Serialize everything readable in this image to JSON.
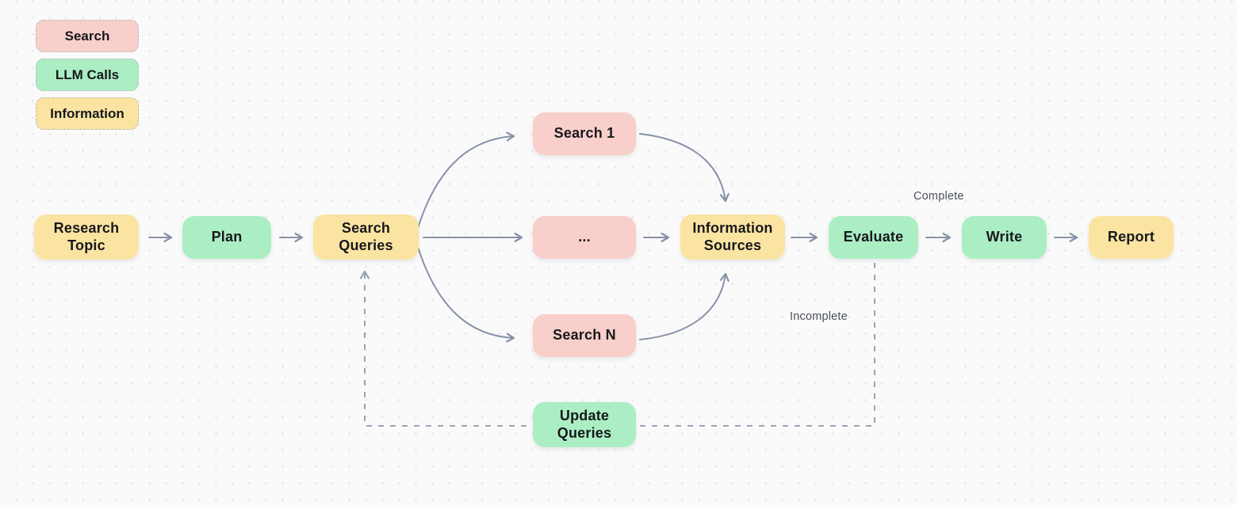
{
  "diagram": {
    "title": "research-agent-flowchart",
    "background_color": "#fafafa",
    "dot_grid_color": "#e7e7ea",
    "colors": {
      "search_fill": "#f9cfcb",
      "llm_calls_fill": "#aceec4",
      "information_fill": "#fbe4a2",
      "arrow_stroke": "#8792a8",
      "dashed_stroke": "#9aa2b4",
      "node_text": "#16181c",
      "edge_label_text": "#4b5159",
      "legend_border": "#b7bac2"
    },
    "legend": [
      {
        "id": "search",
        "label": "Search",
        "type": "search"
      },
      {
        "id": "llm-calls",
        "label": "LLM Calls",
        "type": "llm"
      },
      {
        "id": "information",
        "label": "Information",
        "type": "information"
      }
    ],
    "nodes": [
      {
        "id": "research-topic",
        "label": "Research\nTopic",
        "type": "information"
      },
      {
        "id": "plan",
        "label": "Plan",
        "type": "llm"
      },
      {
        "id": "search-queries",
        "label": "Search\nQueries",
        "type": "information"
      },
      {
        "id": "search-1",
        "label": "Search 1",
        "type": "search"
      },
      {
        "id": "search-ellipsis",
        "label": "...",
        "type": "search"
      },
      {
        "id": "search-n",
        "label": "Search N",
        "type": "search"
      },
      {
        "id": "information-sources",
        "label": "Information\nSources",
        "type": "information"
      },
      {
        "id": "evaluate",
        "label": "Evaluate",
        "type": "llm"
      },
      {
        "id": "write",
        "label": "Write",
        "type": "llm"
      },
      {
        "id": "report",
        "label": "Report",
        "type": "information"
      },
      {
        "id": "update-queries",
        "label": "Update\nQueries",
        "type": "llm"
      }
    ],
    "edges": [
      {
        "from": "research-topic",
        "to": "plan",
        "style": "solid"
      },
      {
        "from": "plan",
        "to": "search-queries",
        "style": "solid"
      },
      {
        "from": "search-queries",
        "to": "search-ellipsis",
        "style": "solid"
      },
      {
        "from": "search-queries",
        "to": "search-1",
        "style": "solid-curve"
      },
      {
        "from": "search-queries",
        "to": "search-n",
        "style": "solid-curve"
      },
      {
        "from": "search-1",
        "to": "information-sources",
        "style": "solid-curve"
      },
      {
        "from": "search-ellipsis",
        "to": "information-sources",
        "style": "solid"
      },
      {
        "from": "search-n",
        "to": "information-sources",
        "style": "solid-curve"
      },
      {
        "from": "information-sources",
        "to": "evaluate",
        "style": "solid"
      },
      {
        "from": "evaluate",
        "to": "write",
        "style": "solid",
        "label": "Complete"
      },
      {
        "from": "evaluate",
        "to": "search-queries",
        "style": "dashed",
        "label": "Incomplete",
        "via": "update-queries"
      }
    ],
    "edge_labels": [
      {
        "id": "complete",
        "text": "Complete"
      },
      {
        "id": "incomplete",
        "text": "Incomplete"
      }
    ]
  }
}
